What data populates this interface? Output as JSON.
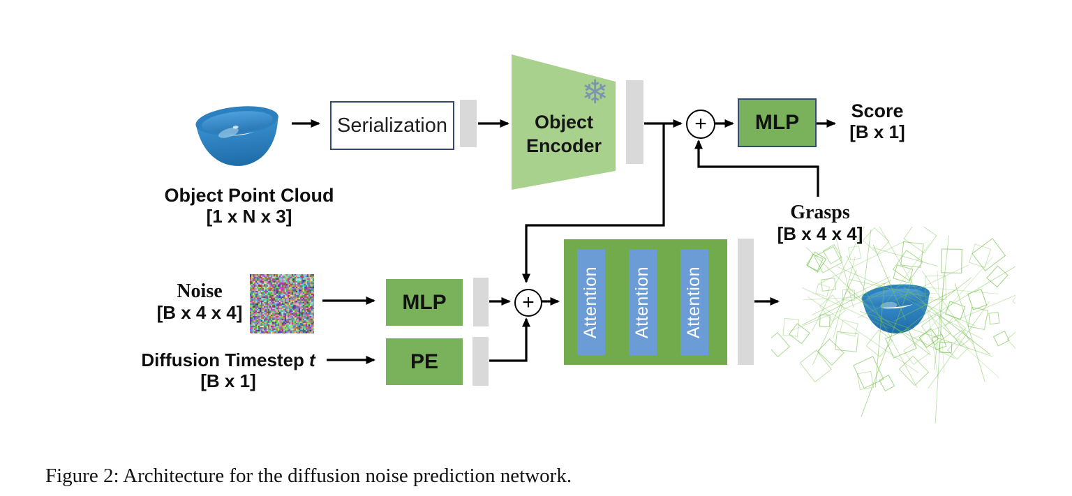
{
  "figure_caption": "Figure 2: Architecture for the diffusion noise prediction network.",
  "colors": {
    "box_green": "#79b25a",
    "container_green": "#71ab4c",
    "encoder_light_green": "#a9d18e",
    "attention_blue": "#6b9cd6",
    "feature_bar_gray": "#d9d9d9",
    "mlp_border_navy": "#2f4b7c",
    "serialization_border": "#37476b",
    "snowflake_blue_gray": "#7d93b2",
    "grasp_line_green": "#7cc455",
    "bowl_blue": "#2e86c6"
  },
  "nodes": {
    "object_point_cloud": {
      "label": "Object Point Cloud",
      "shape": "[1 x N x 3]"
    },
    "serialization": {
      "label": "Serialization"
    },
    "object_encoder": {
      "line1": "Object",
      "line2": "Encoder",
      "icon_glyph": "❄"
    },
    "score_mlp": {
      "label": "MLP"
    },
    "score": {
      "label": "Score",
      "shape": "[B x 1]"
    },
    "grasps": {
      "label": "Grasps",
      "shape": "[B x 4 x 4]"
    },
    "noise": {
      "label": "Noise",
      "shape": "[B x 4 x 4]"
    },
    "noise_mlp": {
      "label": "MLP"
    },
    "timestep": {
      "label": "Diffusion Timestep",
      "var": "t",
      "shape": "[B x 1]"
    },
    "pe": {
      "label": "PE"
    },
    "attention": {
      "blocks": [
        "Attention",
        "Attention",
        "Attention"
      ]
    },
    "add_operator": {
      "glyph": "+"
    }
  }
}
